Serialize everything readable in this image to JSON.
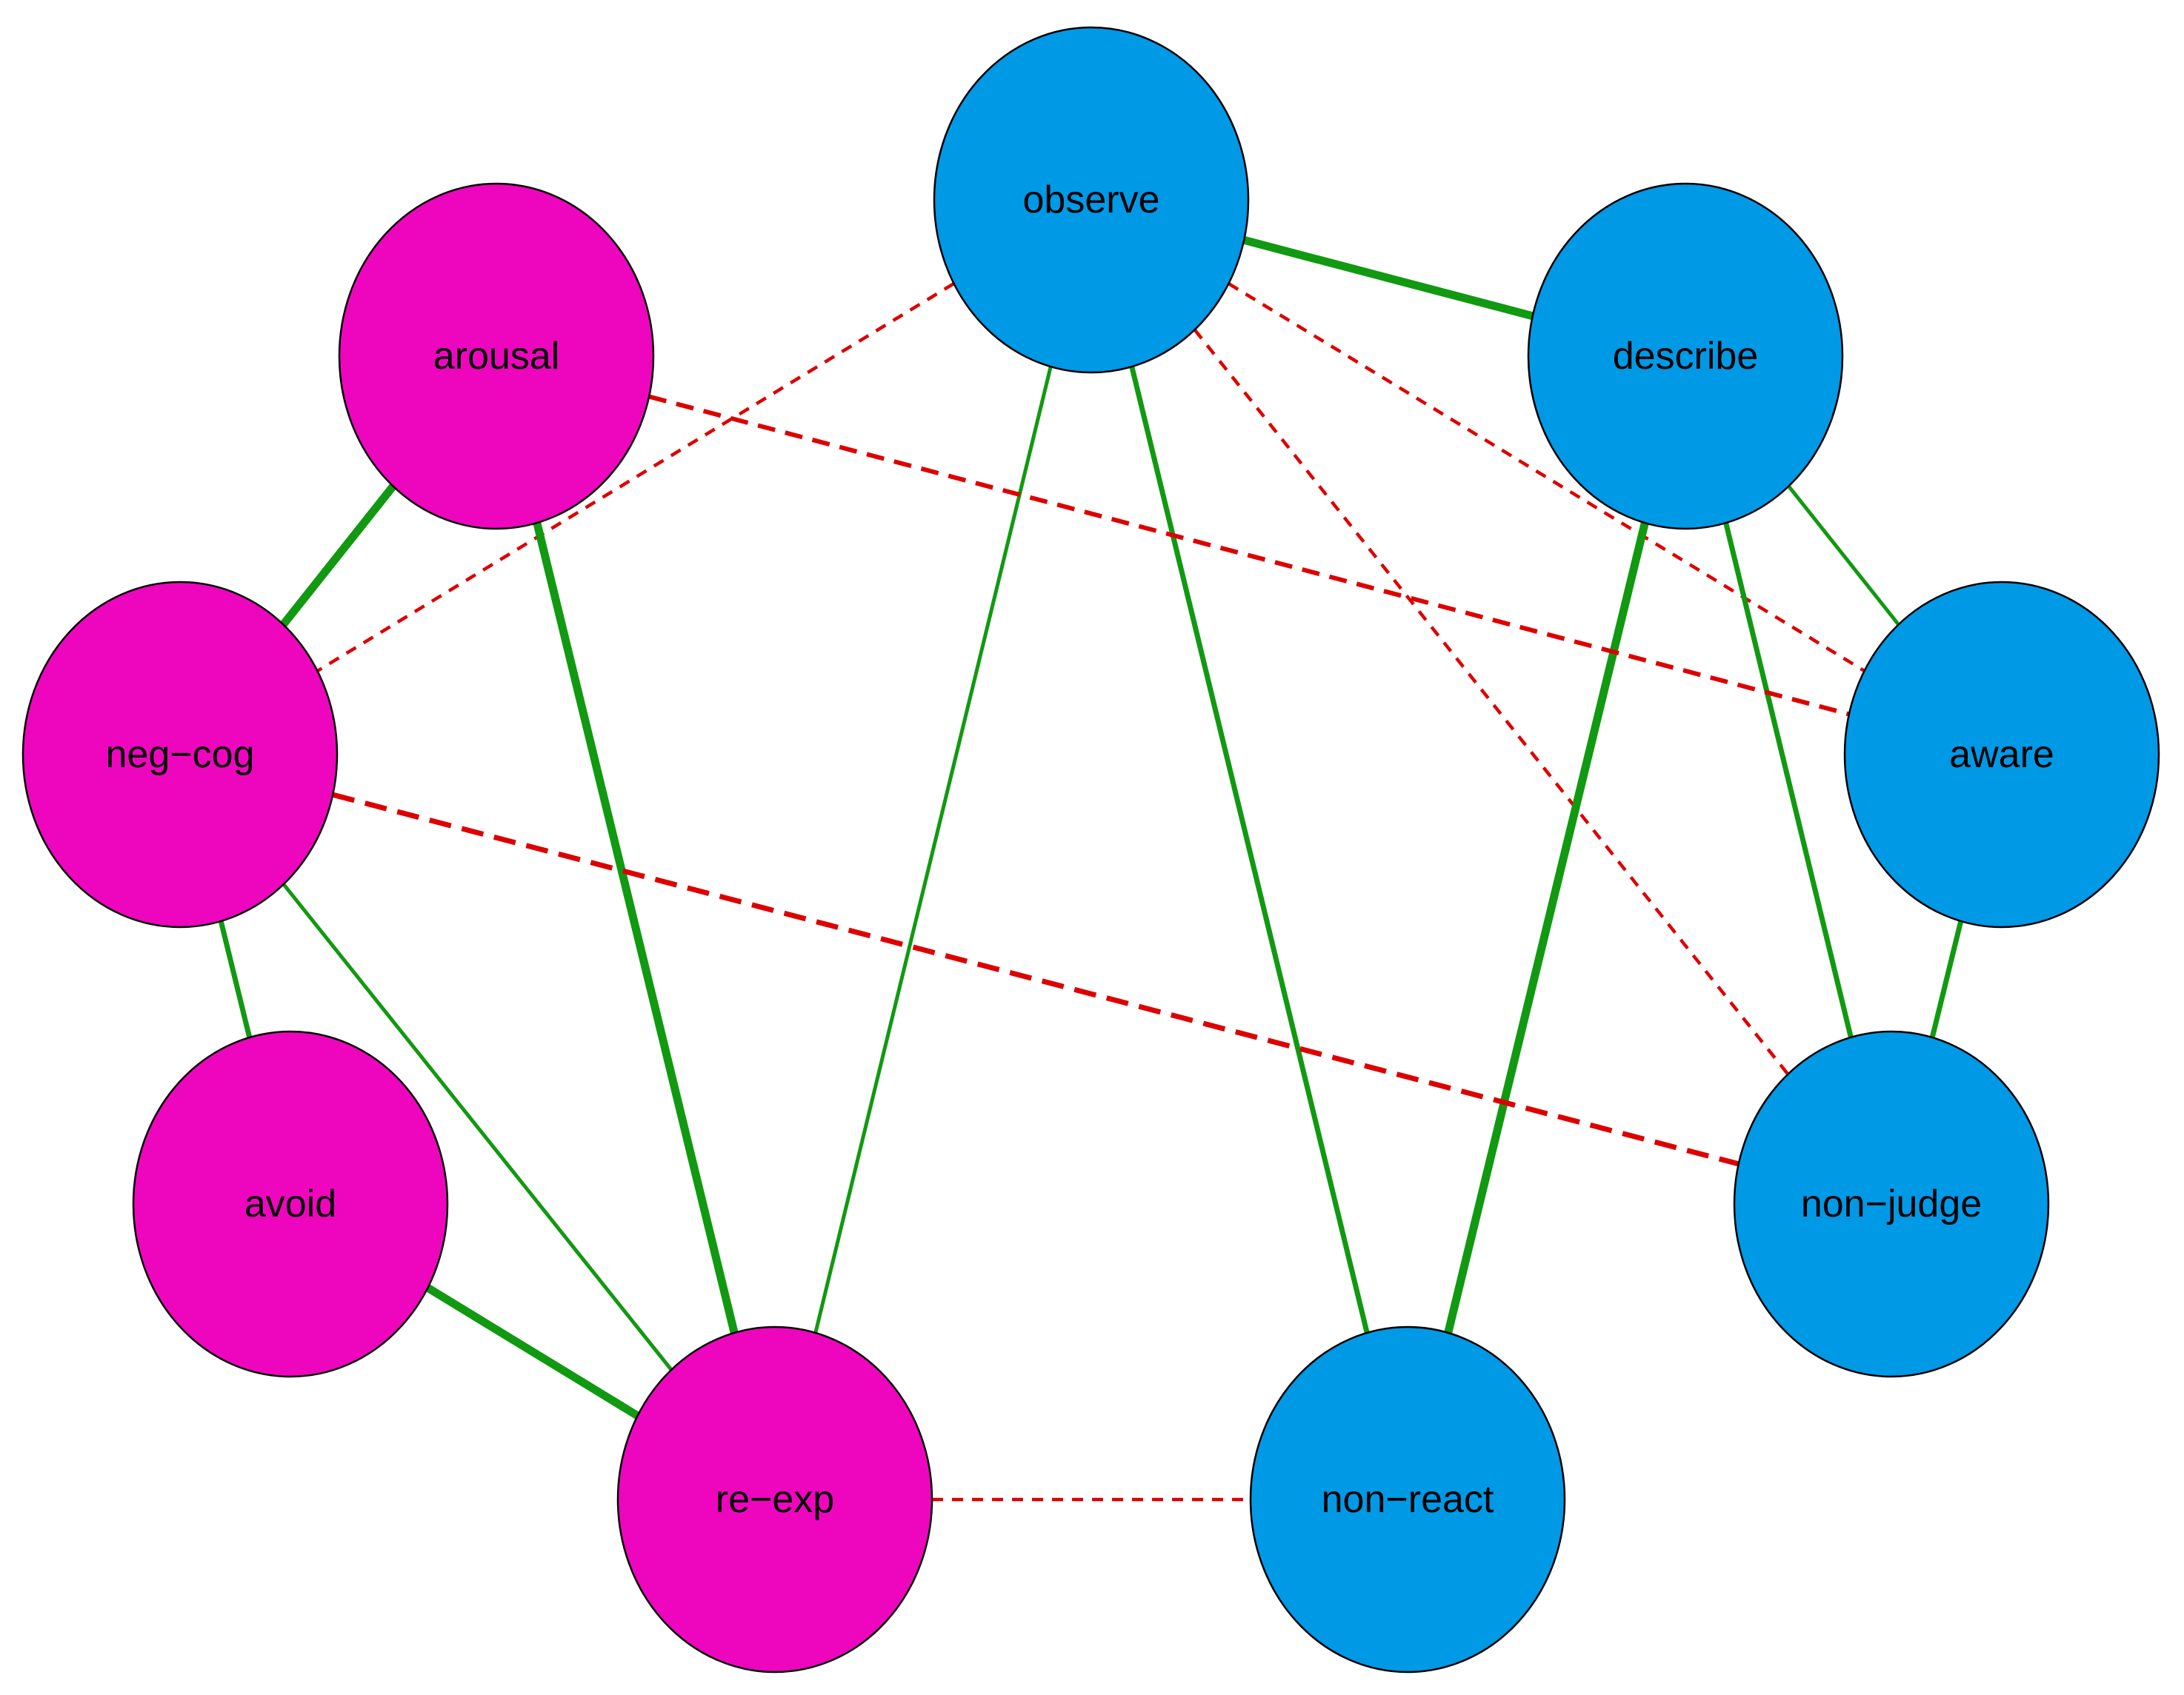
{
  "colors": {
    "group_ptsd": "#EE06BE",
    "group_mindfulness": "#0099E6",
    "positive_edge": "#119911",
    "negative_edge": "#DD0000",
    "node_border": "#000000",
    "background": "#FFFFFF"
  },
  "nodes": [
    {
      "id": "observe",
      "label": "observe",
      "group": "mindfulness"
    },
    {
      "id": "describe",
      "label": "describe",
      "group": "mindfulness"
    },
    {
      "id": "aware",
      "label": "aware",
      "group": "mindfulness"
    },
    {
      "id": "non-judge",
      "label": "non−judge",
      "group": "mindfulness"
    },
    {
      "id": "non-react",
      "label": "non−react",
      "group": "mindfulness"
    },
    {
      "id": "re-exp",
      "label": "re−exp",
      "group": "ptsd"
    },
    {
      "id": "avoid",
      "label": "avoid",
      "group": "ptsd"
    },
    {
      "id": "neg-cog",
      "label": "neg−cog",
      "group": "ptsd"
    },
    {
      "id": "arousal",
      "label": "arousal",
      "group": "ptsd"
    }
  ],
  "edges": [
    {
      "from": "observe",
      "to": "describe",
      "sign": "positive",
      "strength": "strong"
    },
    {
      "from": "observe",
      "to": "re-exp",
      "sign": "positive",
      "strength": "weak"
    },
    {
      "from": "observe",
      "to": "non-react",
      "sign": "positive",
      "strength": "medium"
    },
    {
      "from": "observe",
      "to": "neg-cog",
      "sign": "negative",
      "strength": "weak"
    },
    {
      "from": "observe",
      "to": "aware",
      "sign": "negative",
      "strength": "weak"
    },
    {
      "from": "observe",
      "to": "non-judge",
      "sign": "negative",
      "strength": "weak"
    },
    {
      "from": "describe",
      "to": "aware",
      "sign": "positive",
      "strength": "weak"
    },
    {
      "from": "describe",
      "to": "non-judge",
      "sign": "positive",
      "strength": "medium"
    },
    {
      "from": "describe",
      "to": "non-react",
      "sign": "positive",
      "strength": "strong"
    },
    {
      "from": "aware",
      "to": "non-judge",
      "sign": "positive",
      "strength": "medium"
    },
    {
      "from": "arousal",
      "to": "neg-cog",
      "sign": "positive",
      "strength": "strong"
    },
    {
      "from": "arousal",
      "to": "re-exp",
      "sign": "positive",
      "strength": "strong"
    },
    {
      "from": "arousal",
      "to": "aware",
      "sign": "negative",
      "strength": "medium"
    },
    {
      "from": "neg-cog",
      "to": "avoid",
      "sign": "positive",
      "strength": "medium"
    },
    {
      "from": "neg-cog",
      "to": "re-exp",
      "sign": "positive",
      "strength": "weak"
    },
    {
      "from": "neg-cog",
      "to": "non-judge",
      "sign": "negative",
      "strength": "strong"
    },
    {
      "from": "avoid",
      "to": "re-exp",
      "sign": "positive",
      "strength": "strong"
    },
    {
      "from": "re-exp",
      "to": "non-react",
      "sign": "negative",
      "strength": "weak"
    }
  ]
}
